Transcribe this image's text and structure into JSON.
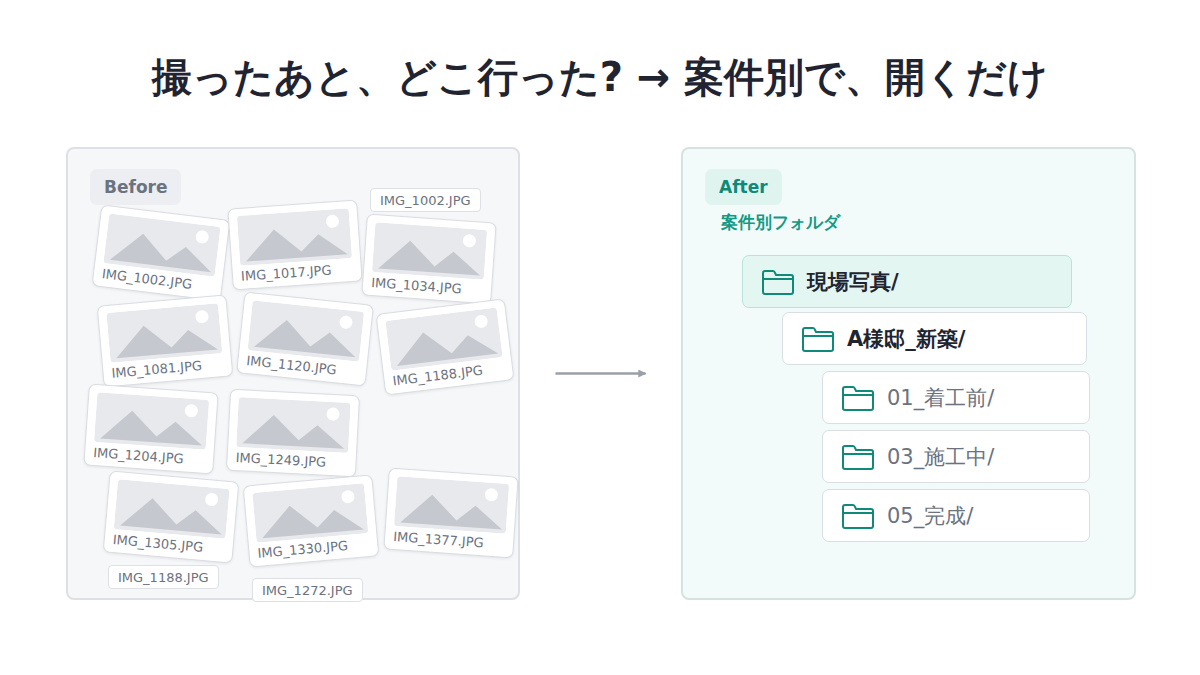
{
  "diagram": {
    "title": "撮ったあと、どこ行った? → 案件別で、開くだけ",
    "nodes": [
      {
        "text": [
          "Before"
        ]
      },
      {
        "text": [
          "IMG_1002.JPG"
        ],
        "in": 0
      },
      {
        "text": [
          "IMG_1017.JPG"
        ],
        "in": 0
      },
      {
        "text": [
          "IMG_1034.JPG"
        ],
        "in": 0
      },
      {
        "text": [
          "IMG_1081.JPG"
        ],
        "in": 0
      },
      {
        "text": [
          "IMG_1120.JPG"
        ],
        "in": 0
      },
      {
        "text": [
          "IMG_1188.JPG"
        ],
        "in": 0
      },
      {
        "text": [
          "IMG_1204.JPG"
        ],
        "in": 0
      },
      {
        "text": [
          "IMG_1249.JPG"
        ],
        "in": 0
      },
      {
        "text": [
          "IMG_1305.JPG"
        ],
        "in": 0
      },
      {
        "text": [
          "IMG_1330.JPG"
        ],
        "in": 0
      },
      {
        "text": [
          "IMG_1377.JPG"
        ],
        "in": 0
      },
      {
        "text": [
          "IMG_1002.JPG"
        ],
        "in": 0
      },
      {
        "text": [
          "IMG_1188.JPG"
        ],
        "in": 0
      },
      {
        "text": [
          "IMG_1272.JPG"
        ],
        "in": 0
      },
      {
        "text": [
          "After",
          "案件別フォルダ"
        ]
      },
      {
        "text": [
          "現場写真/"
        ],
        "in": 15
      },
      {
        "text": [
          "A様邸_新築/"
        ],
        "in": 15
      },
      {
        "text": [
          "01_着工前/"
        ],
        "in": 15
      },
      {
        "text": [
          "03_施工中/"
        ],
        "in": 15
      },
      {
        "text": [
          "05_完成/"
        ],
        "in": 15
      }
    ],
    "edges": [
      {
        "from": 0,
        "to": 15,
        "arrow": "to"
      },
      {
        "from": 16,
        "to": 17,
        "arrow": "none"
      },
      {
        "from": 17,
        "to": 18,
        "arrow": "none"
      },
      {
        "from": 17,
        "to": 19,
        "arrow": "none"
      },
      {
        "from": 17,
        "to": 20,
        "arrow": "none"
      }
    ]
  }
}
